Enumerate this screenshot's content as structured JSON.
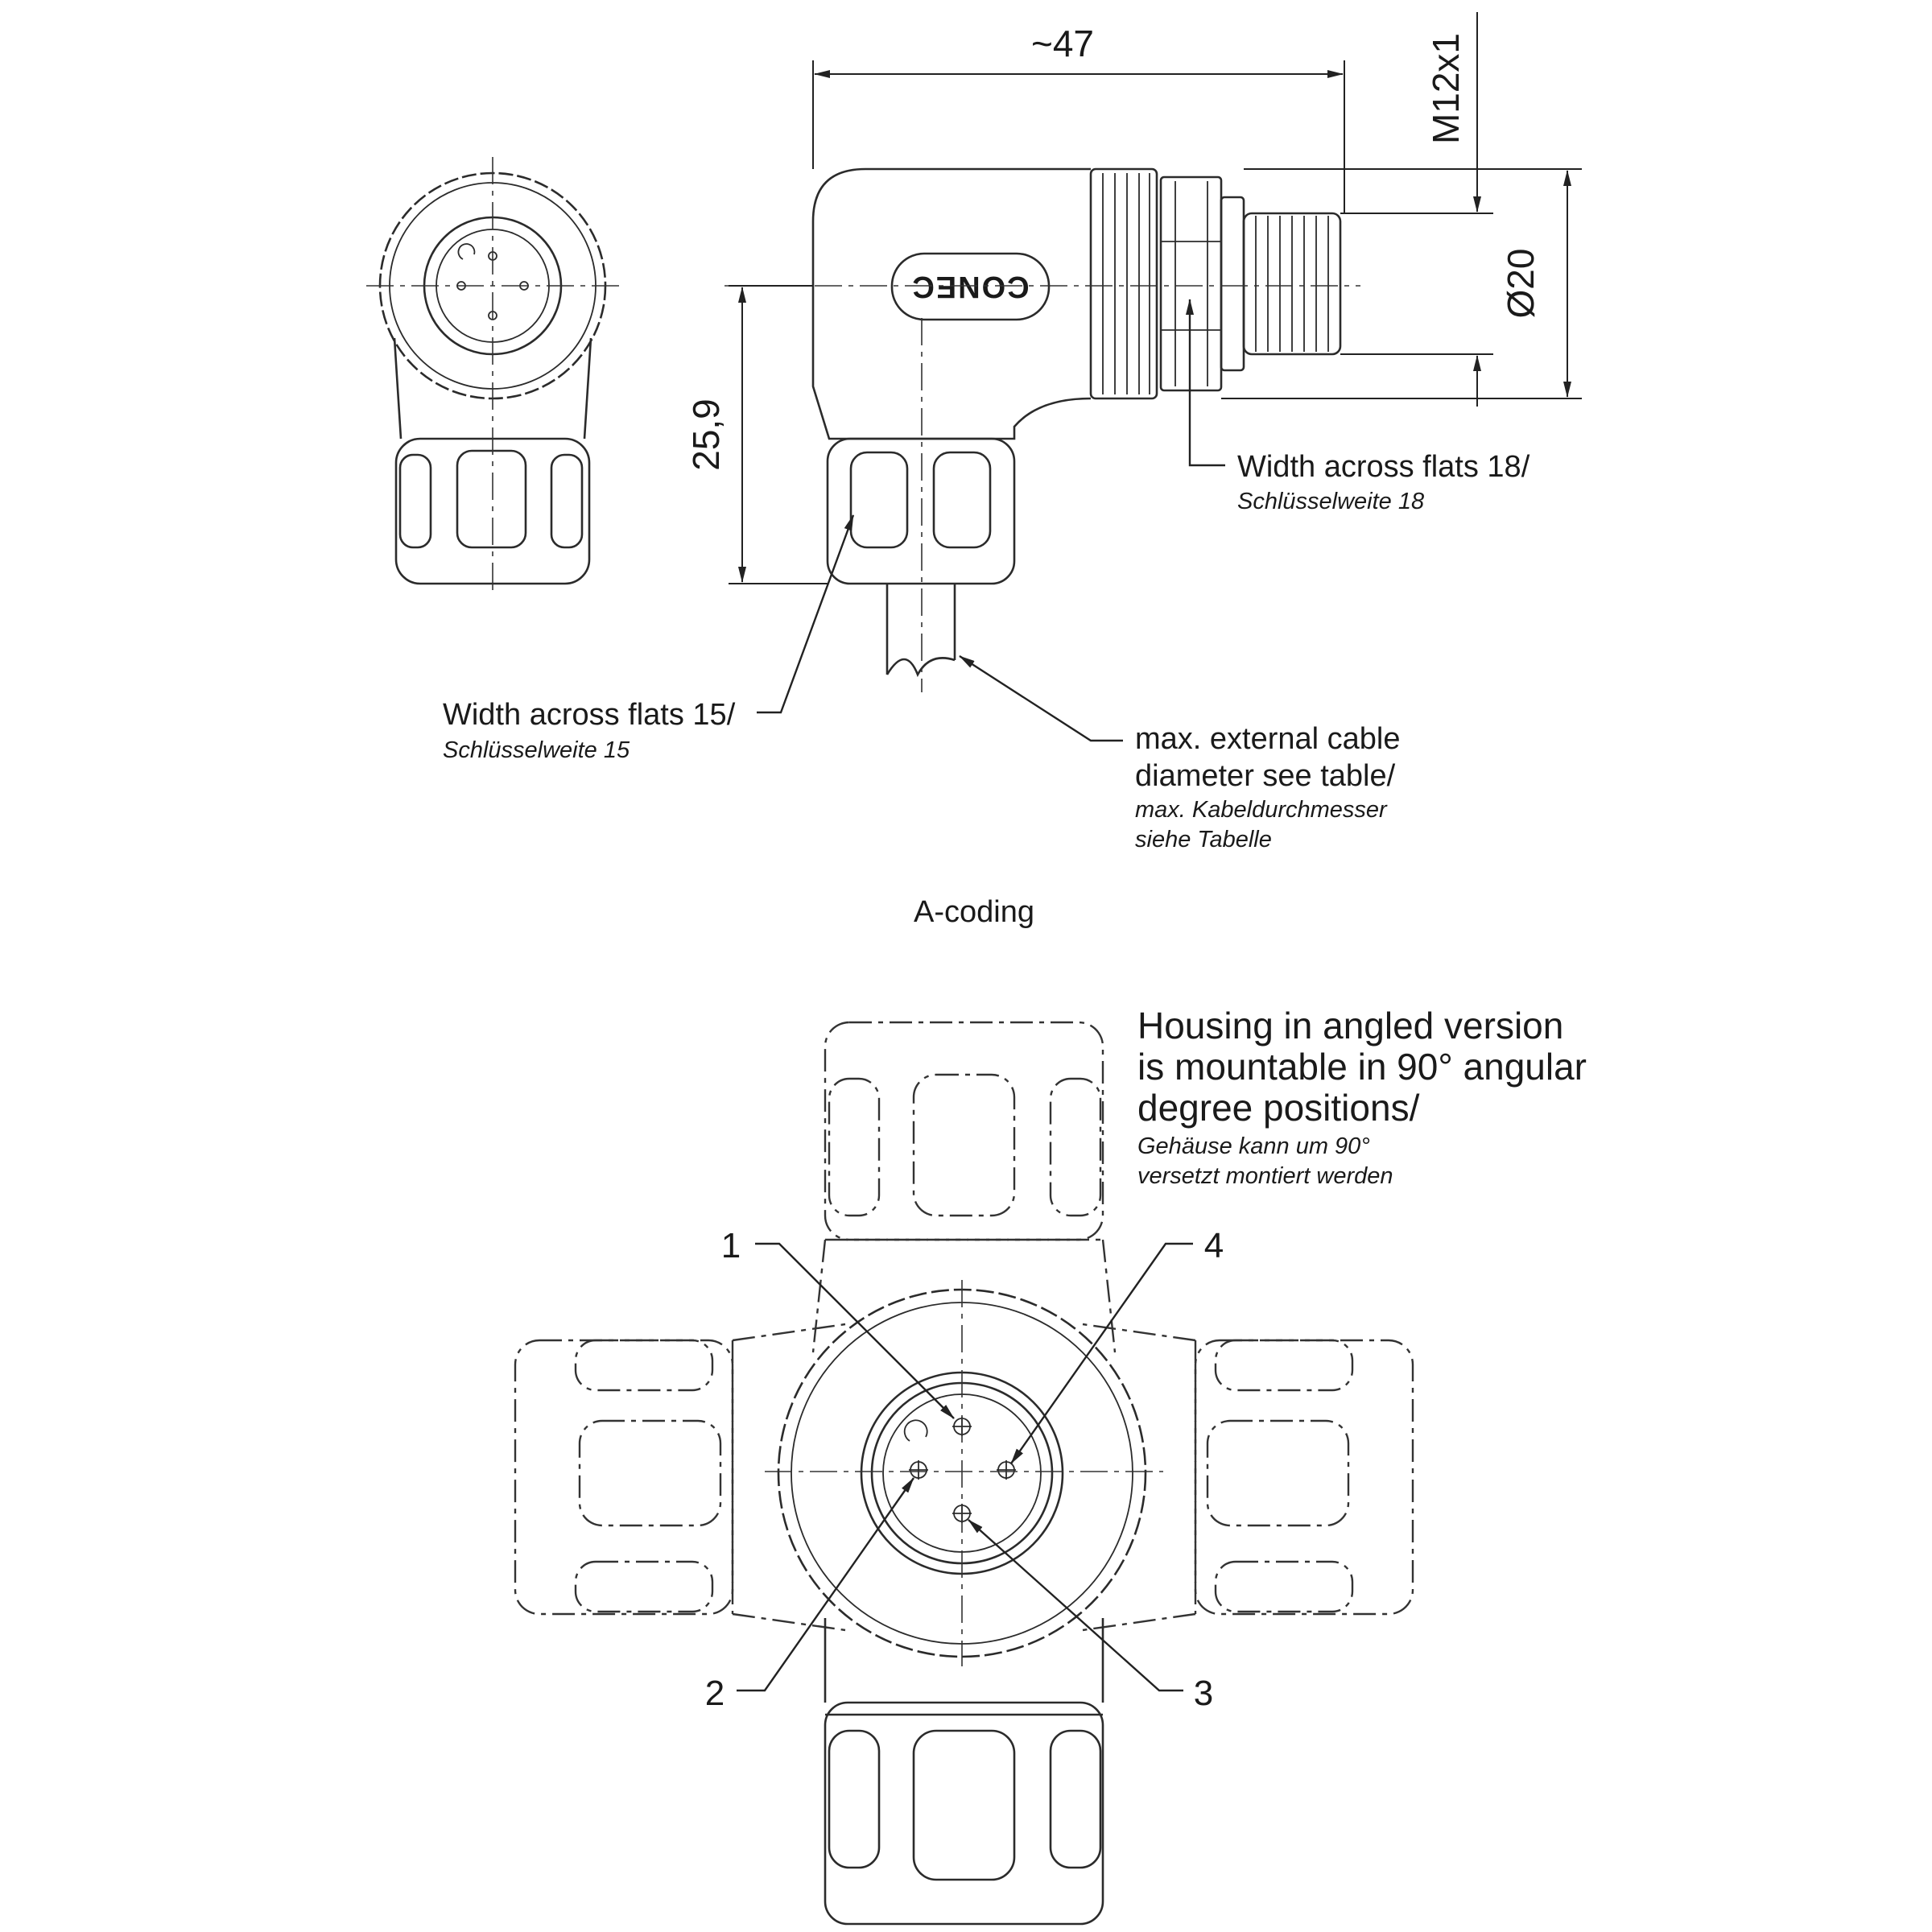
{
  "dimensions": {
    "length": "~47",
    "thread": "M12x1",
    "diameter": "Ø20",
    "height": "25,9"
  },
  "labels": {
    "waf18_en": "Width across flats 18/",
    "waf18_de": "Schlüsselweite 18",
    "waf15_en": "Width across flats 15/",
    "waf15_de": "Schlüsselweite 15",
    "cable_en_1": "max. external cable",
    "cable_en_2": "diameter see table/",
    "cable_de_1": "max. Kabeldurchmesser",
    "cable_de_2": "siehe Tabelle",
    "coding": "A-coding",
    "housing_en_1": "Housing in angled version",
    "housing_en_2": "is mountable in 90° angular",
    "housing_en_3": "degree positions/",
    "housing_de_1": "Gehäuse kann um 90°",
    "housing_de_2": "versetzt montiert werden"
  },
  "brand": "CONEC",
  "pins": [
    "1",
    "2",
    "3",
    "4"
  ]
}
